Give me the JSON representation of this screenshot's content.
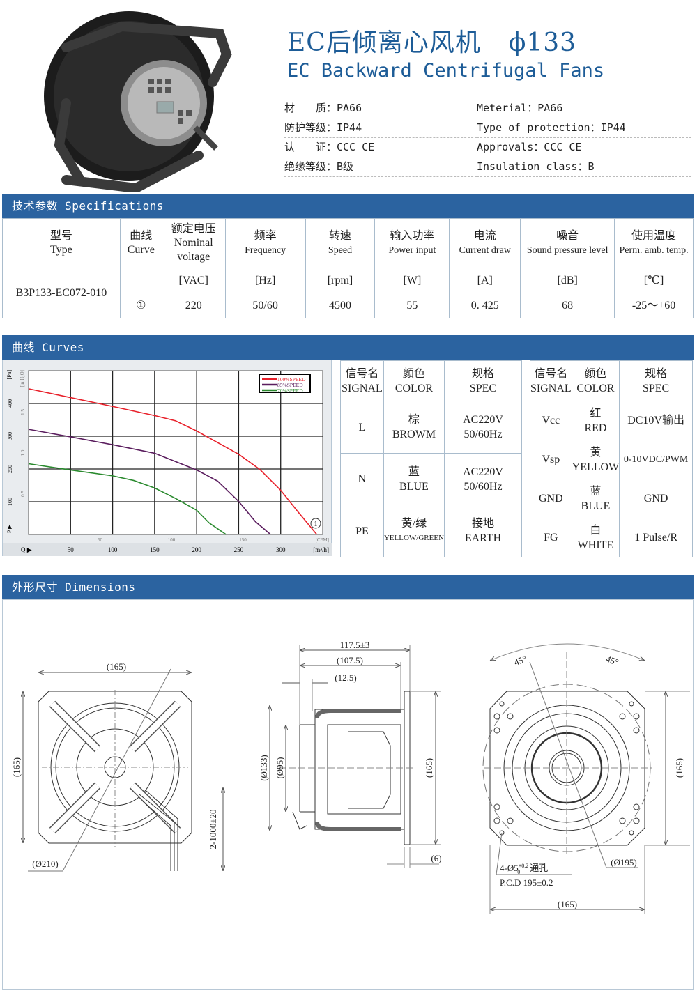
{
  "header": {
    "title_cn": "EC后倾离心风机",
    "diameter": "ϕ133",
    "title_en": "EC Backward Centrifugal Fans"
  },
  "properties": {
    "left": [
      "材　　质：PA66",
      "防护等级：IP44",
      "认　　证：CCC CE",
      "绝缘等级：B级"
    ],
    "right": [
      "Meterial：PA66",
      "Type of protection：IP44",
      "Approvals：CCC CE",
      "Insulation class：B"
    ]
  },
  "specs": {
    "section_title": "技术参数 Specifications",
    "headers": [
      {
        "cn": "型号",
        "en": "Type"
      },
      {
        "cn": "曲线",
        "en": "Curve"
      },
      {
        "cn": "额定电压",
        "en": "Nominal voltage"
      },
      {
        "cn": "频率",
        "en": "Frequency"
      },
      {
        "cn": "转速",
        "en": "Speed"
      },
      {
        "cn": "输入功率",
        "en": "Power input"
      },
      {
        "cn": "电流",
        "en": "Current draw"
      },
      {
        "cn": "噪音",
        "en": "Sound pressure level"
      },
      {
        "cn": "使用温度",
        "en": "Perm. amb. temp."
      }
    ],
    "units": [
      "[VAC]",
      "[Hz]",
      "[rpm]",
      "[W]",
      "[A]",
      "[dB]",
      "[℃]"
    ],
    "model": "B3P133-EC072-010",
    "row": [
      "①",
      "220",
      "50/60",
      "4500",
      "55",
      "0. 425",
      "68",
      "-25～+60"
    ]
  },
  "curves": {
    "section_title": "曲线 Curves",
    "signal_left": {
      "headers": [
        {
          "cn": "信号名",
          "en": "SIGNAL"
        },
        {
          "cn": "颜色",
          "en": "COLOR"
        },
        {
          "cn": "规格",
          "en": "SPEC"
        }
      ],
      "rows": [
        {
          "signal": "L",
          "color_cn": "棕",
          "color_en": "BROWM",
          "spec1": "AC220V",
          "spec2": "50/60Hz"
        },
        {
          "signal": "N",
          "color_cn": "蓝",
          "color_en": "BLUE",
          "spec1": "AC220V",
          "spec2": "50/60Hz"
        },
        {
          "signal": "PE",
          "color_cn": "黄/绿",
          "color_en": "YELLOW/GREEN",
          "spec1": "接地",
          "spec2": "EARTH"
        }
      ]
    },
    "signal_right": {
      "headers": [
        {
          "cn": "信号名",
          "en": "SIGNAL"
        },
        {
          "cn": "颜色",
          "en": "COLOR"
        },
        {
          "cn": "规格",
          "en": "SPEC"
        }
      ],
      "rows": [
        {
          "signal": "Vcc",
          "color_cn": "红",
          "color_en": "RED",
          "spec": "DC10V输出"
        },
        {
          "signal": "Vsp",
          "color_cn": "黄",
          "color_en": "YELLOW",
          "spec": "0-10VDC/PWM"
        },
        {
          "signal": "GND",
          "color_cn": "蓝",
          "color_en": "BLUE",
          "spec": "GND"
        },
        {
          "signal": "FG",
          "color_cn": "白",
          "color_en": "WHITE",
          "spec": "1 Pulse/R"
        }
      ]
    }
  },
  "chart_data": {
    "type": "line",
    "title": "",
    "xlabel": "[m³/h]",
    "ylabel": "[Pa]",
    "x_axis_label_prefix": "Q ▶",
    "y_axis_label_prefix": "P ▶",
    "secondary_xlabel": "[CFM]",
    "secondary_ylabel": "[in H₂O]",
    "xlim": [
      0,
      350
    ],
    "ylim": [
      0,
      500
    ],
    "xticks": [
      50,
      100,
      150,
      200,
      250,
      300
    ],
    "yticks": [
      100,
      200,
      300,
      400
    ],
    "secondary_xticks": [
      {
        "label": "50",
        "m3h": 85
      },
      {
        "label": "100",
        "m3h": 170
      },
      {
        "label": "150",
        "m3h": 255
      }
    ],
    "secondary_yticks": [
      {
        "label": "0.5",
        "pa": 124.5
      },
      {
        "label": "1.0",
        "pa": 249
      },
      {
        "label": "1.5",
        "pa": 373.5
      }
    ],
    "grid": true,
    "legend_position": "top-right",
    "curve_marker": "①",
    "series": [
      {
        "name": "100%SPEED",
        "color": "#e8202a",
        "points": [
          [
            0,
            445
          ],
          [
            50,
            418
          ],
          [
            100,
            391
          ],
          [
            150,
            363
          ],
          [
            175,
            347
          ],
          [
            200,
            316
          ],
          [
            250,
            245
          ],
          [
            275,
            199
          ],
          [
            300,
            135
          ],
          [
            310,
            103
          ],
          [
            320,
            71
          ],
          [
            343,
            0
          ]
        ]
      },
      {
        "name": "85%SPEED",
        "color": "#5a1d5e",
        "points": [
          [
            0,
            321
          ],
          [
            50,
            298
          ],
          [
            100,
            274
          ],
          [
            150,
            248
          ],
          [
            200,
            197
          ],
          [
            225,
            163
          ],
          [
            250,
            101
          ],
          [
            270,
            39
          ],
          [
            288,
            0
          ]
        ]
      },
      {
        "name": "70%SPEED",
        "color": "#2a8a2e",
        "points": [
          [
            0,
            216
          ],
          [
            50,
            197
          ],
          [
            100,
            179
          ],
          [
            125,
            165
          ],
          [
            150,
            142
          ],
          [
            175,
            110
          ],
          [
            200,
            74
          ],
          [
            215,
            35
          ],
          [
            235,
            0
          ]
        ]
      }
    ]
  },
  "dimensions": {
    "section_title": "外形尺寸 Dimensions",
    "front": {
      "width": "(165)",
      "height": "(165)",
      "diameter": "(Ø210)",
      "cable": "2-1000±20"
    },
    "side": {
      "overall": "117.5±3",
      "body": "(107.5)",
      "offset": "(12.5)",
      "d1": "(Ø133)",
      "d2": "(Ø95)",
      "height": "(165)",
      "flange": "(6)"
    },
    "back": {
      "angle1": "45°",
      "angle2": "45°",
      "height": "(165)",
      "width": "(165)",
      "pcd_circle": "(Ø195)",
      "holes": "4-Ø5",
      "holes_tol_upper": "+0.2",
      "holes_tol_lower": "0",
      "holes_note": "通孔",
      "pcd": "P.C.D 195±0.2"
    }
  }
}
